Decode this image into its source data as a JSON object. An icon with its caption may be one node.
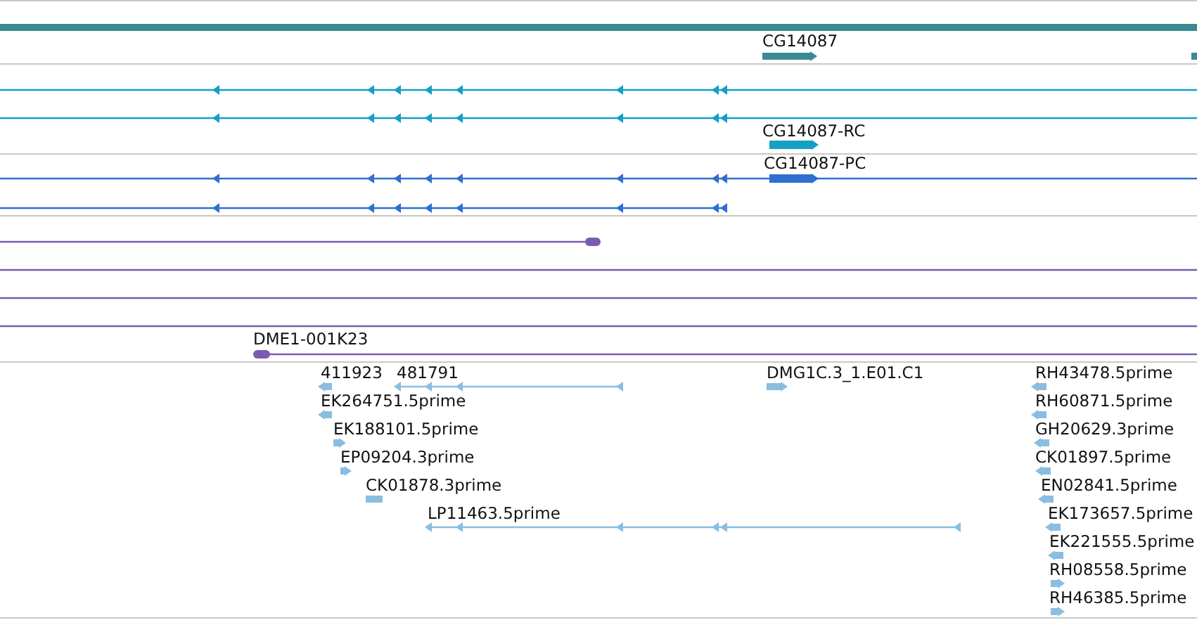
{
  "diagram": {
    "labels": [
      "CG14087",
      "CG14087-RC",
      "CG14087-PC",
      "DME1-001K23",
      "411923",
      "481791",
      "DMG1C.3_1.E01.C1",
      "RH43478.5prime",
      "EK264751.5prime",
      "RH60871.5prime",
      "EK188101.5prime",
      "GH20629.3prime",
      "EP09204.3prime",
      "CK01897.5prime",
      "CK01878.3prime",
      "EN02841.5prime",
      "LP11463.5prime",
      "EK173657.5prime",
      "EK221555.5prime",
      "RH08558.5prime",
      "RH46385.5prime"
    ]
  }
}
